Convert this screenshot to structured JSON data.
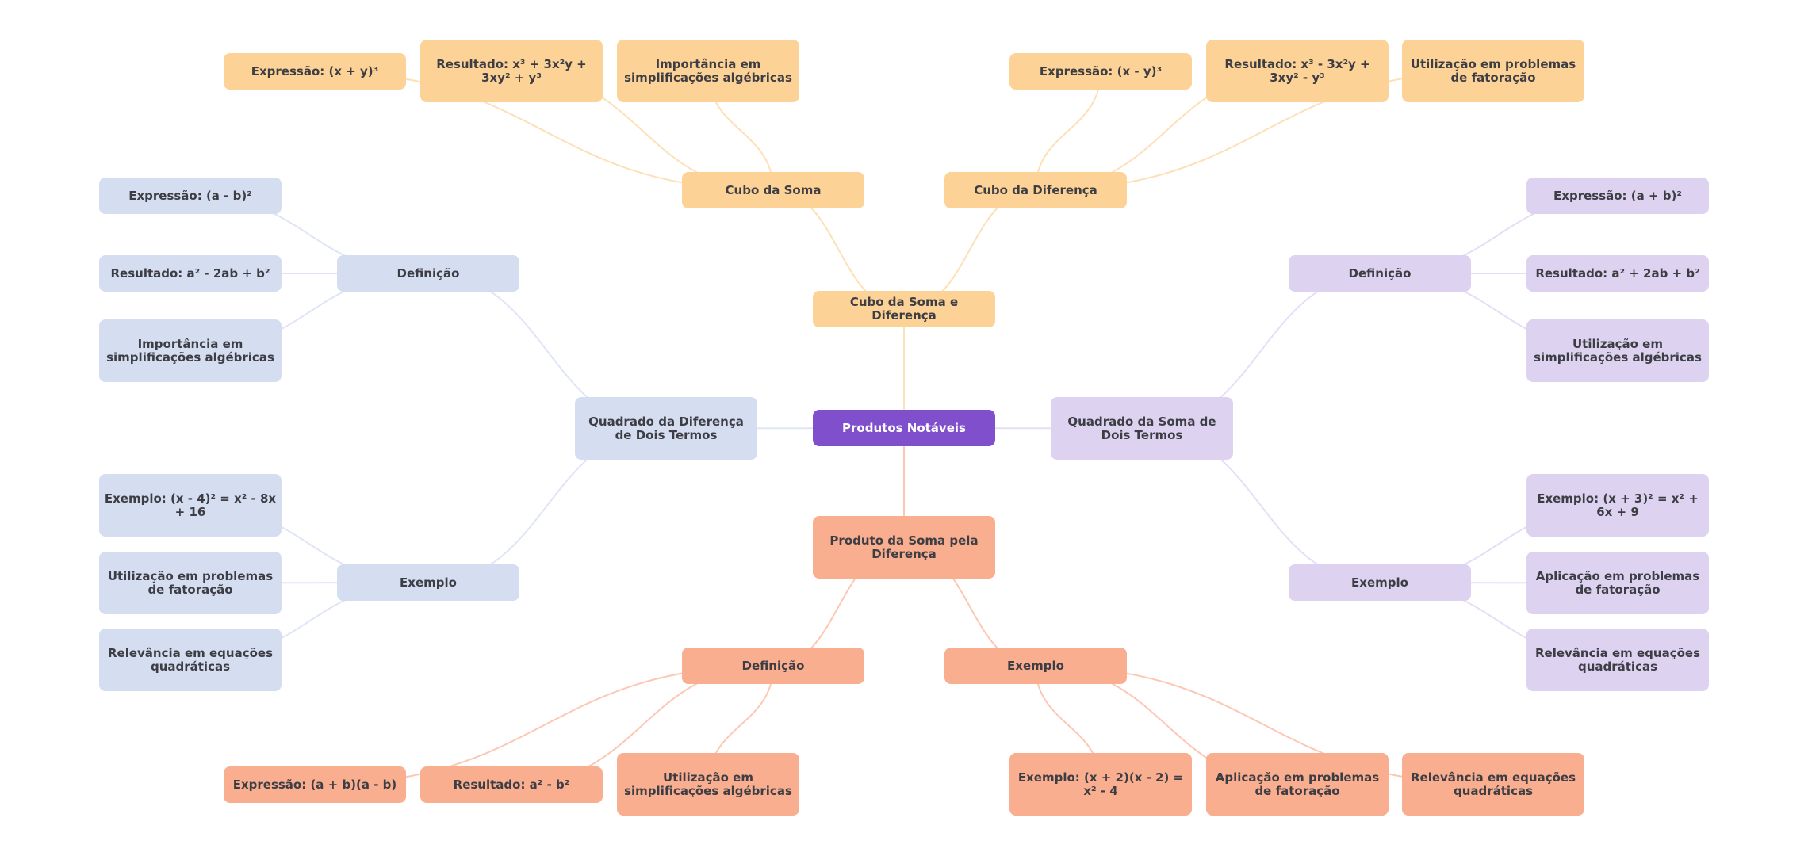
{
  "mindmap": {
    "root": {
      "label": "Produtos Notáveis"
    },
    "colors": {
      "root": "#7f4fcc",
      "cubo": "#fdd296",
      "produto": "#f9ae90",
      "quadrado_diferenca": "#d5ddf1",
      "quadrado_soma": "#ddd3f1",
      "text": "#3d3d44",
      "edge_cubo": "#fde0b8",
      "edge_produto": "#fcc8b4",
      "edge_quadrado_diferenca": "#dfe5f5",
      "edge_quadrado_soma": "#e6def6"
    },
    "cubo": {
      "label": "Cubo da Soma e Diferença",
      "soma": {
        "label": "Cubo da Soma",
        "children": [
          "Expressão: (x + y)³",
          "Resultado: x³ + 3x²y + 3xy² + y³",
          "Importância em simplificações algébricas"
        ]
      },
      "diferenca": {
        "label": "Cubo da Diferença",
        "children": [
          "Expressão: (x - y)³",
          "Resultado: x³ - 3x²y + 3xy² - y³",
          "Utilização em problemas de fatoração"
        ]
      }
    },
    "quadrado_diferenca": {
      "label": "Quadrado da Diferença de Dois Termos",
      "definicao": {
        "label": "Definição",
        "children": [
          "Expressão: (a - b)²",
          "Resultado: a² - 2ab + b²",
          "Importância em simplificações algébricas"
        ]
      },
      "exemplo": {
        "label": "Exemplo",
        "children": [
          "Exemplo: (x - 4)² = x² - 8x + 16",
          "Utilização em problemas de fatoração",
          "Relevância em equações quadráticas"
        ]
      }
    },
    "quadrado_soma": {
      "label": "Quadrado da Soma de Dois Termos",
      "definicao": {
        "label": "Definição",
        "children": [
          "Expressão: (a + b)²",
          "Resultado: a² + 2ab + b²",
          "Utilização em simplificações algébricas"
        ]
      },
      "exemplo": {
        "label": "Exemplo",
        "children": [
          "Exemplo: (x + 3)² = x² + 6x + 9",
          "Aplicação em problemas de fatoração",
          "Relevância em equações quadráticas"
        ]
      }
    },
    "produto": {
      "label": "Produto da Soma pela Diferença",
      "definicao": {
        "label": "Definição",
        "children": [
          "Expressão: (a + b)(a - b)",
          "Resultado: a² - b²",
          "Utilização em simplificações algébricas"
        ]
      },
      "exemplo": {
        "label": "Exemplo",
        "children": [
          "Exemplo: (x + 2)(x - 2) = x² - 4",
          "Aplicação em problemas de fatoração",
          "Relevância em equações quadráticas"
        ]
      }
    }
  }
}
